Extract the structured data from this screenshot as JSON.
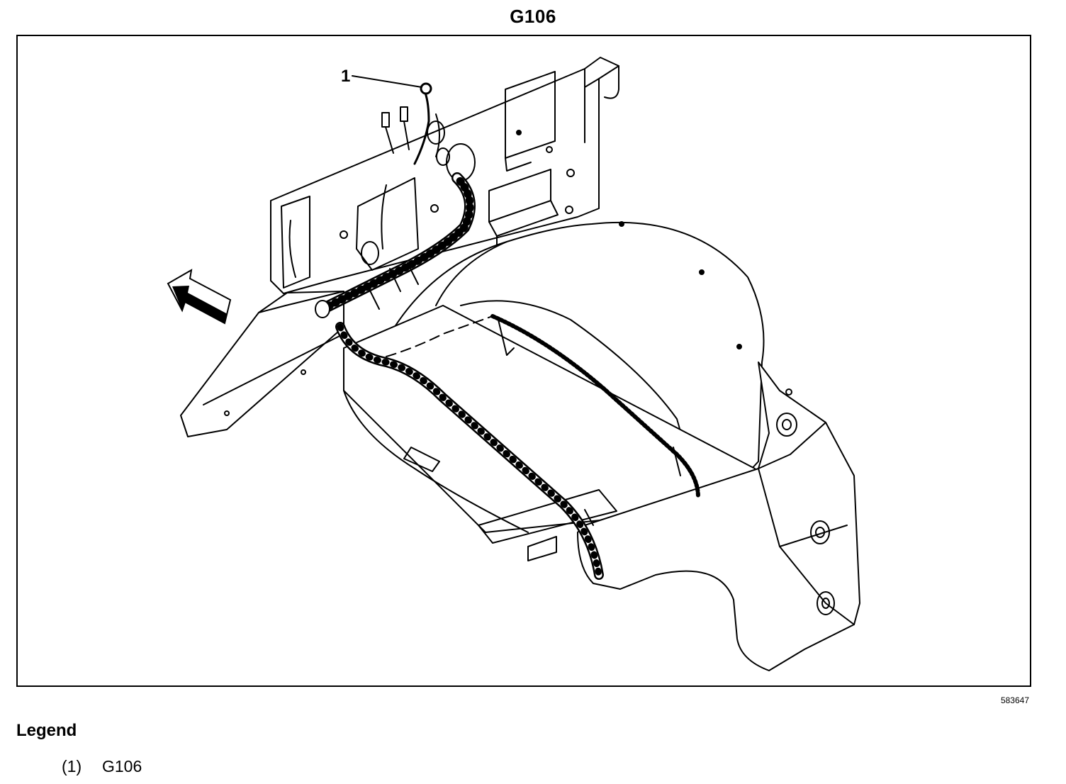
{
  "diagram": {
    "title": "G106",
    "figure_id": "583647",
    "callouts": [
      {
        "number": "1"
      }
    ]
  },
  "legend": {
    "heading": "Legend",
    "items": [
      {
        "number": "(1)",
        "label": "G106"
      }
    ]
  }
}
